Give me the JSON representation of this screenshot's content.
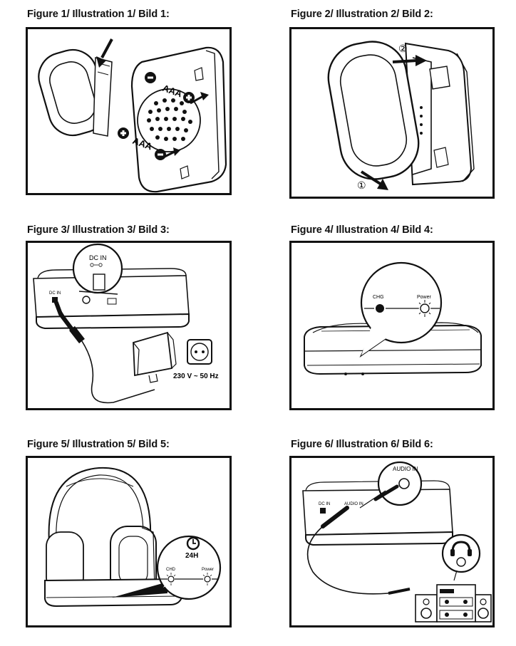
{
  "figures": [
    {
      "caption": "Figure 1/  Illustration 1/  Bild 1:",
      "labels": {
        "battery_top": "AAA",
        "battery_bottom": "AAA"
      }
    },
    {
      "caption": "Figure 2/  Illustration 2/  Bild 2:",
      "labels": {
        "step1": "①",
        "step2": "②"
      }
    },
    {
      "caption": "Figure 3/  Illustration 3/  Bild 3:",
      "labels": {
        "dc_in_zoom": "DC IN",
        "dc_in_small": "DC IN",
        "mains": "230 V ~ 50 Hz"
      }
    },
    {
      "caption": "Figure 4/  Illustration 4/  Bild 4:",
      "labels": {
        "chg": "CHG",
        "power": "Power"
      }
    },
    {
      "caption": "Figure 5/  Illustration 5/  Bild 5:",
      "labels": {
        "time": "24H",
        "chd": "CHD",
        "power": "Power"
      }
    },
    {
      "caption": "Figure 6/  Illustration 6/  Bild 6:",
      "labels": {
        "audio_in_zoom": "AUDIO IN",
        "dc_in_small": "DC IN",
        "audio_in_small": "AUDIO IN"
      }
    }
  ]
}
